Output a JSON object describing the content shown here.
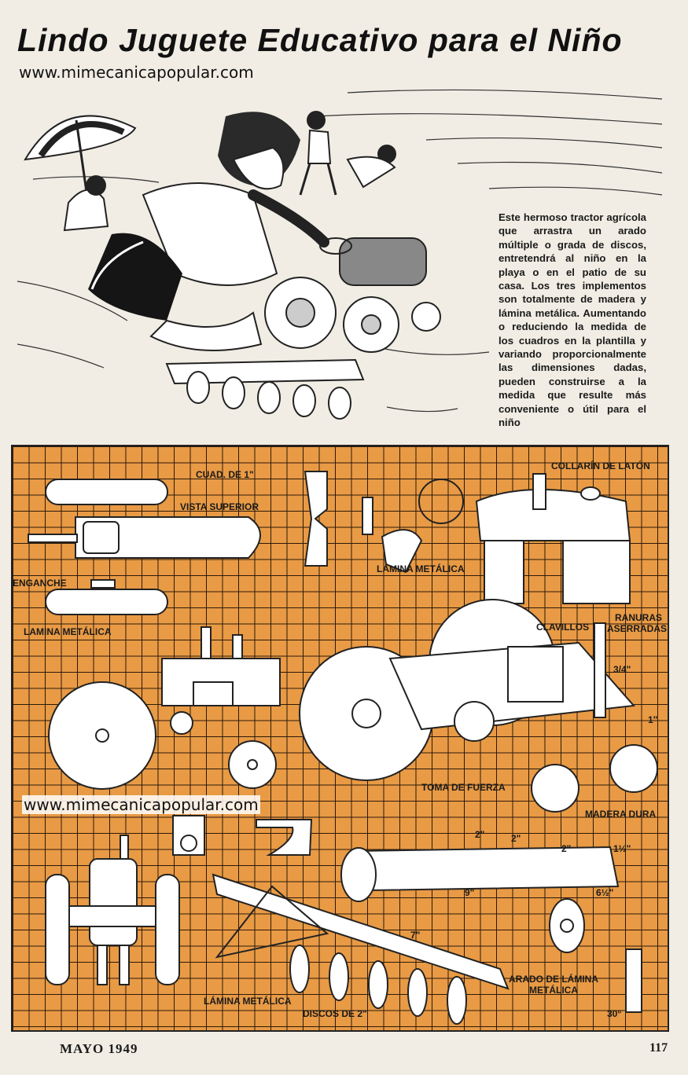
{
  "title": "Lindo Juguete Educativo para el Niño",
  "watermark": "www.mimecanicapopular.com",
  "intro_text": "Este hermoso tractor agrícola que arrastra un arado múltiple o grada de discos, entretendrá al niño en la playa o en el patio de su casa. Los tres implementos son totalmente de madera y lámina metálica. Aumentando o reduciendo la medida de los cuadros en la plantilla y variando proporcionalmente las dimensiones dadas, pueden construirse a la medida que resulte más conveniente o útil para el niño",
  "labels": {
    "cuad": "CUAD. DE 1\"",
    "vista_superior": "VISTA SUPERIOR",
    "enganche": "ENGANCHE",
    "lamina_metalica_left": "LAMINA METÁLICA",
    "lamina_metalica_center": "LÁMINA METÁLICA",
    "collarin": "COLLARÍN DE LATÓN",
    "clavillos": "CLAVILLOS",
    "ranuras": "RANURAS",
    "aserradas": "ASERRADAS",
    "dim_3_4": "3/4\"",
    "dim_1": "1\"",
    "toma_de_fuerza": "TOMA DE FUERZA",
    "madera_dura": "MADERA DURA",
    "dim_2a": "2\"",
    "dim_2b": "2\"",
    "dim_2c": "2\"",
    "dim_1_1_2": "1½\"",
    "dim_9": "9\"",
    "dim_6_1_2": "6½\"",
    "dim_7": "7\"",
    "arado_line1": "ARADO DE LÁMINA",
    "arado_line2": "METÁLICA",
    "lamina_metalica_bottom": "LÁMINA METÁLICA",
    "discos": "DISCOS DE 2\"",
    "dim_30": "30°"
  },
  "footer": {
    "issue": "MAYO 1949",
    "page_number": "117"
  },
  "colors": {
    "panel_orange": "#e89a45",
    "paper": "#f1ede4",
    "ink": "#1b1b1b"
  }
}
